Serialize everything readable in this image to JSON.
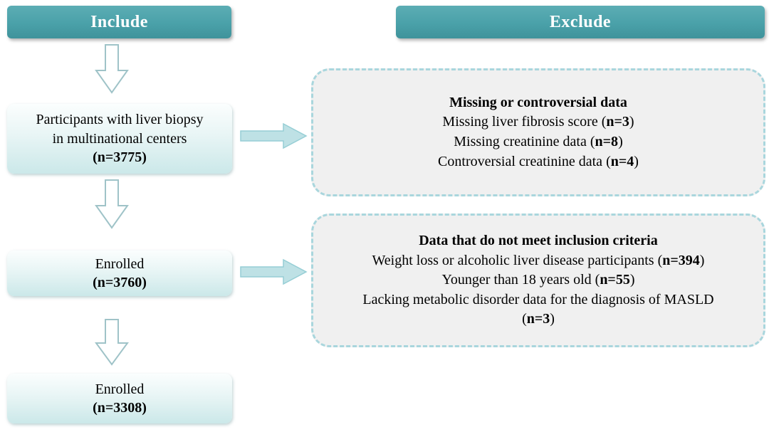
{
  "headers": {
    "include": "Include",
    "exclude": "Exclude"
  },
  "colors": {
    "header_teal": "#4aa1a9",
    "flow_box_fill": "#cbe8e9",
    "dashed_box_fill": "#f0f0f0",
    "dashed_border": "#a9d6dd",
    "horizontal_arrow_fill": "#bee1e5",
    "down_arrow_fill": "#ffffff"
  },
  "flow_boxes": [
    {
      "lines": [
        "Participants with liver biopsy",
        "in multinational centers"
      ],
      "n": "(n=3775)"
    },
    {
      "lines": [
        "Enrolled"
      ],
      "n": "(n=3760)"
    },
    {
      "lines": [
        "Enrolled"
      ],
      "n": "(n=3308)"
    }
  ],
  "exclude_boxes": [
    {
      "title": "Missing or controversial data",
      "items": [
        {
          "pre": "Missing liver fibrosis score (",
          "n": "n=3",
          "post": ")"
        },
        {
          "pre": "Missing creatinine data (",
          "n": "n=8",
          "post": ")"
        },
        {
          "pre": "Controversial creatinine data (",
          "n": "n=4",
          "post": ")"
        }
      ]
    },
    {
      "title": "Data that do not meet inclusion criteria",
      "items": [
        {
          "pre": "Weight loss or alcoholic liver disease participants (",
          "n": "n=394",
          "post": ")"
        },
        {
          "pre": "Younger than 18 years old (",
          "n": "n=55",
          "post": ")"
        },
        {
          "pre": "Lacking metabolic disorder data for the diagnosis of MASLD",
          "n": "",
          "post": ""
        },
        {
          "pre": "(",
          "n": "n=3",
          "post": ")"
        }
      ]
    }
  ]
}
